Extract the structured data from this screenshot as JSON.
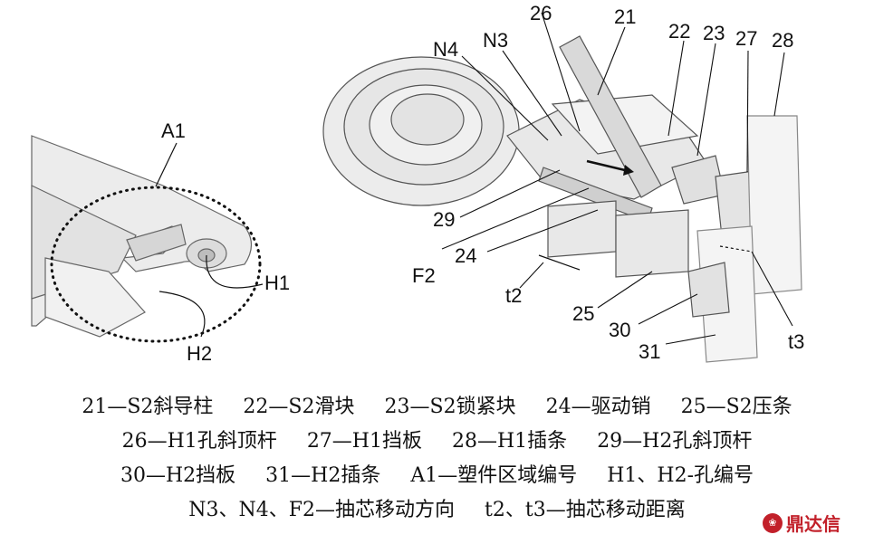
{
  "figure_labels": {
    "n21": "21",
    "n22": "22",
    "n23": "23",
    "n26": "26",
    "n27": "27",
    "n28": "28",
    "n24": "24",
    "n25": "25",
    "n29": "29",
    "n30": "30",
    "n31": "31",
    "N3": "N3",
    "N4": "N4",
    "F2": "F2",
    "t2": "t2",
    "t3": "t3",
    "A1": "A1",
    "H1": "H1",
    "H2": "H2"
  },
  "legend": {
    "i21": "21—S2斜导柱",
    "i22": "22—S2滑块",
    "i23": "23—S2锁紧块",
    "i24": "24—驱动销",
    "i25": "25—S2压条",
    "i26": "26—H1孔斜顶杆",
    "i27": "27—H1挡板",
    "i28": "28—H1插条",
    "i29": "29—H2孔斜顶杆",
    "i30": "30—H2挡板",
    "i31": "31—H2插条",
    "iA1": "A1—塑件区域编号",
    "iH": "H1、H2-孔编号",
    "iN": "N3、N4、F2—抽芯移动方向",
    "it": "t2、t3—抽芯移动距离"
  },
  "watermark": {
    "text": "鼎达信",
    "mark_icon": "dingdaxin-seal-icon"
  },
  "colors": {
    "part_fill": "#ececec",
    "part_stroke": "#555555",
    "line": "#111111"
  }
}
